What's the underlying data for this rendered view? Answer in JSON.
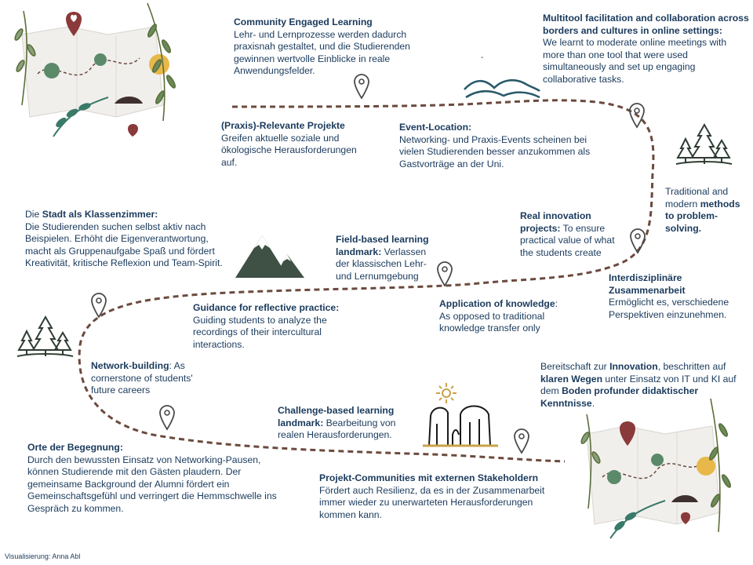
{
  "blocks": {
    "community": {
      "title": "Community Engaged Learning",
      "text": "Lehr- und Lernprozesse werden dadurch praxisnah gestaltet, und die Studierenden gewinnen wertvolle Einblicke in reale Anwendungsfelder."
    },
    "multitool": {
      "title": "Multitool facilitation and collaboration across borders and cultures in online settings:",
      "text": "We learnt to moderate online meetings with more than one tool that were used simultaneously and set up engaging collaborative tasks."
    },
    "praxis": {
      "title": "(Praxis)-Relevante Projekte",
      "text": "Greifen aktuelle soziale und ökologische Herausforderungen auf."
    },
    "event": {
      "title": "Event-Location:",
      "text": "Networking- und Praxis-Events scheinen bei vielen Studierenden besser anzukommen als Gastvorträge an der Uni."
    },
    "traditional": {
      "pre": "Traditional and modern ",
      "bold": "methods to problem-solving."
    },
    "stadt": {
      "pre": "Die ",
      "bold": "Stadt als Klassenzimmer:",
      "text": "Die Studierenden suchen selbst aktiv nach Beispielen. Erhöht die Eigenverantwortung, macht als Gruppenaufgabe Spaß und fördert Kreativität, kritische Reflexion und Team-Spirit."
    },
    "real": {
      "title": "Real innovation projects:",
      "text": " To ensure practical value of what the students create"
    },
    "field": {
      "title": "Field-based learning landmark:",
      "text": " Verlassen der klassischen Lehr- und Lernumgebung"
    },
    "inter": {
      "title": "Interdisziplinäre Zusammenarbeit",
      "text": "Ermöglicht es, verschiedene Perspektiven einzunehmen."
    },
    "guidance": {
      "title": "Guidance for reflective practice:",
      "text": "Guiding students to analyze the recordings of their intercultural interactions."
    },
    "application": {
      "title": "Application of knowledge",
      "text": ": As opposed to traditional knowledge transfer only"
    },
    "network": {
      "title": "Network-building",
      "text": ": As cornerstone of students' future careers"
    },
    "bereit": {
      "p1": "Bereitschaft zur ",
      "b1": "Innovation",
      "p2": ", beschritten auf ",
      "b2": "klaren Wegen",
      "p3": " unter Einsatz von IT und KI auf dem ",
      "b3": "Boden profunder didaktischer Kenntnisse",
      "p4": "."
    },
    "challenge": {
      "title": "Challenge-based learning landmark:",
      "text": " Bearbeitung von realen Herausforderungen."
    },
    "orte": {
      "title": "Orte der Begegnung:",
      "text": "Durch den bewussten Einsatz von Networking-Pausen, können Studierende mit den Gästen plaudern. Der gemeinsame Background der Alumni fördert ein Gemeinschaftsgefühl und verringert die Hemmschwelle ins Gespräch zu kommen."
    },
    "projekt": {
      "title": "Projekt-Communities mit externen Stakeholdern",
      "text": "Fördert auch Resilienz, da es in der Zusammenarbeit immer wieder zu unerwarteten Herausforderungen kommen kann."
    }
  },
  "stray_mark": "-",
  "credit": "Visualisierung: Anna Abl",
  "colors": {
    "text": "#1a3a5c",
    "path": "#6b4a3e",
    "pin": "#4a4a4a",
    "tree": "#2f3d33",
    "mountain": "#3f5145",
    "wave": "#2a5a6a",
    "rock": "#c9a24a",
    "heart": "#8a3a3a",
    "leaf": "#5a8a6a",
    "flower": "#e8b84a"
  },
  "icons": [
    "location-pin-icon",
    "tree-icon",
    "mountain-icon",
    "wave-icon",
    "rock-formation-icon",
    "sun-icon",
    "map-illustration"
  ]
}
